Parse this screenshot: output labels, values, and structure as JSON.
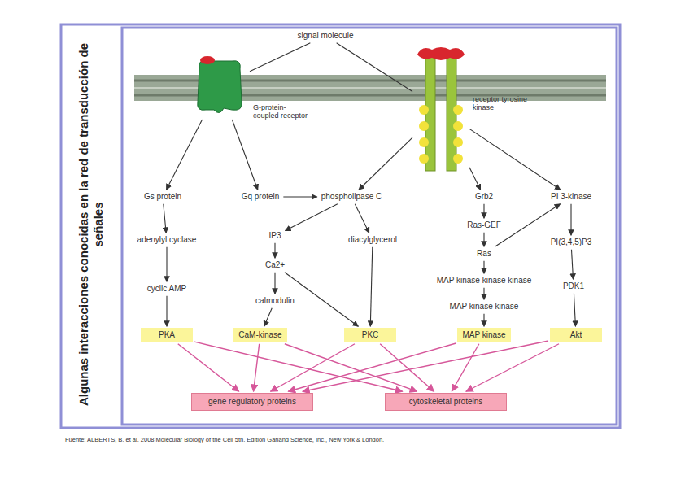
{
  "diagram": {
    "title": "Algunas interacciones conocidas en la red de transducción de señales",
    "caption": "Fuente: ALBERTS, B. et al. 2008 Molecular Biology of the Cell 5th. Edition Garland Science, Inc., New York & London.",
    "nodes": [
      {
        "text": [
          "signal molecule"
        ]
      },
      {
        "text": [
          "G-protein-coupled receptor"
        ]
      },
      {
        "text": [
          "receptor tyrosine kinase"
        ]
      },
      {
        "text": [
          "Gs protein"
        ]
      },
      {
        "text": [
          "Gq protein"
        ]
      },
      {
        "text": [
          "phospholipase C"
        ]
      },
      {
        "text": [
          "Grb2"
        ]
      },
      {
        "text": [
          "PI 3-kinase"
        ]
      },
      {
        "text": [
          "adenylyl cyclase"
        ]
      },
      {
        "text": [
          "IP3"
        ]
      },
      {
        "text": [
          "diacylglycerol"
        ]
      },
      {
        "text": [
          "Ras-GEF"
        ]
      },
      {
        "text": [
          "PI(3,4,5)P3"
        ]
      },
      {
        "text": [
          "Ca2+"
        ]
      },
      {
        "text": [
          "Ras"
        ]
      },
      {
        "text": [
          "cyclic AMP"
        ]
      },
      {
        "text": [
          "calmodulin"
        ]
      },
      {
        "text": [
          "MAP kinase kinase kinase"
        ]
      },
      {
        "text": [
          "PDK1"
        ]
      },
      {
        "text": [
          "MAP kinase kinase"
        ]
      },
      {
        "text": [
          "PKA"
        ]
      },
      {
        "text": [
          "CaM-kinase"
        ]
      },
      {
        "text": [
          "PKC"
        ]
      },
      {
        "text": [
          "MAP kinase"
        ]
      },
      {
        "text": [
          "Akt"
        ]
      },
      {
        "text": [
          "gene regulatory proteins"
        ]
      },
      {
        "text": [
          "cytoskeletal proteins"
        ]
      }
    ],
    "edges": [
      {
        "from": 0,
        "to": 1,
        "arrow": "none"
      },
      {
        "from": 0,
        "to": 2,
        "arrow": "none"
      },
      {
        "from": 1,
        "to": 3,
        "arrow": "to"
      },
      {
        "from": 1,
        "to": 4,
        "arrow": "to"
      },
      {
        "from": 2,
        "to": 5,
        "arrow": "to"
      },
      {
        "from": 2,
        "to": 6,
        "arrow": "to"
      },
      {
        "from": 2,
        "to": 7,
        "arrow": "to"
      },
      {
        "from": 4,
        "to": 5,
        "arrow": "to"
      },
      {
        "from": 3,
        "to": 8,
        "arrow": "to"
      },
      {
        "from": 8,
        "to": 15,
        "arrow": "to"
      },
      {
        "from": 15,
        "to": 20,
        "arrow": "to"
      },
      {
        "from": 5,
        "to": 9,
        "arrow": "to"
      },
      {
        "from": 5,
        "to": 10,
        "arrow": "to"
      },
      {
        "from": 9,
        "to": 13,
        "arrow": "to"
      },
      {
        "from": 13,
        "to": 16,
        "arrow": "to"
      },
      {
        "from": 16,
        "to": 21,
        "arrow": "to"
      },
      {
        "from": 13,
        "to": 22,
        "arrow": "to"
      },
      {
        "from": 10,
        "to": 22,
        "arrow": "to"
      },
      {
        "from": 6,
        "to": 11,
        "arrow": "to"
      },
      {
        "from": 11,
        "to": 14,
        "arrow": "to"
      },
      {
        "from": 14,
        "to": 17,
        "arrow": "to"
      },
      {
        "from": 17,
        "to": 19,
        "arrow": "to"
      },
      {
        "from": 19,
        "to": 23,
        "arrow": "to"
      },
      {
        "from": 14,
        "to": 7,
        "arrow": "to"
      },
      {
        "from": 7,
        "to": 12,
        "arrow": "to"
      },
      {
        "from": 12,
        "to": 18,
        "arrow": "to"
      },
      {
        "from": 18,
        "to": 24,
        "arrow": "to"
      },
      {
        "from": 20,
        "to": 25,
        "arrow": "to"
      },
      {
        "from": 20,
        "to": 26,
        "arrow": "to"
      },
      {
        "from": 21,
        "to": 25,
        "arrow": "to"
      },
      {
        "from": 21,
        "to": 26,
        "arrow": "to"
      },
      {
        "from": 22,
        "to": 25,
        "arrow": "to"
      },
      {
        "from": 22,
        "to": 26,
        "arrow": "to"
      },
      {
        "from": 23,
        "to": 25,
        "arrow": "to"
      },
      {
        "from": 23,
        "to": 26,
        "arrow": "to"
      },
      {
        "from": 24,
        "to": 25,
        "arrow": "to"
      },
      {
        "from": 24,
        "to": 26,
        "arrow": "to"
      }
    ]
  }
}
